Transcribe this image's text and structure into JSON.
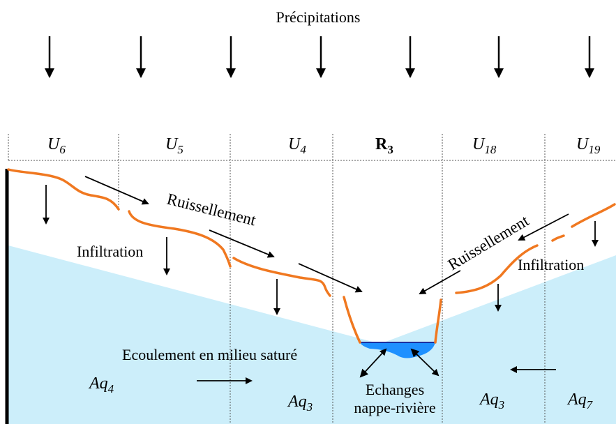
{
  "title": "Précipitations",
  "units": [
    {
      "base": "U",
      "sub": "6",
      "style": "italic"
    },
    {
      "base": "U",
      "sub": "5",
      "style": "italic"
    },
    {
      "base": "U",
      "sub": "4",
      "style": "italic"
    },
    {
      "base": "R",
      "sub": "3",
      "style": "bold"
    },
    {
      "base": "U",
      "sub": "18",
      "style": "italic"
    },
    {
      "base": "U",
      "sub": "19",
      "style": "italic"
    }
  ],
  "labels": {
    "runoff_left": "Ruissellement",
    "runoff_right": "Ruissellement",
    "infiltration_left": "Infiltration",
    "infiltration_right": "Infiltration",
    "saturated_flow": "Ecoulement en milieu saturé",
    "exchange_line1": "Echanges",
    "exchange_line2": "nappe-rivière"
  },
  "aquifers": [
    {
      "base": "Aq",
      "sub": "4"
    },
    {
      "base": "Aq",
      "sub": "3"
    },
    {
      "base": "Aq",
      "sub": "3"
    },
    {
      "base": "Aq",
      "sub": "7"
    }
  ],
  "colors": {
    "aquifer_fill": "#cceefa",
    "river_water": "#1e90ff",
    "surface_line": "#f07820",
    "arrow": "#000000",
    "divider": "#555555"
  }
}
